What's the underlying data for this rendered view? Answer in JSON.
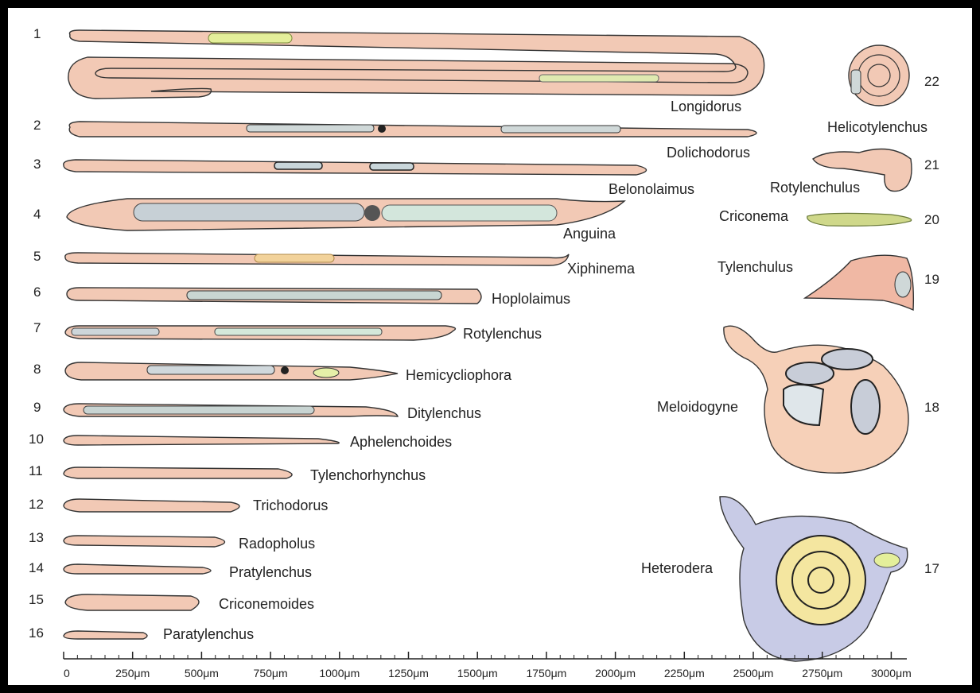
{
  "figure": {
    "nematodes": [
      {
        "number": "1",
        "name": "Longidorus"
      },
      {
        "number": "2",
        "name": "Dolichodorus"
      },
      {
        "number": "3",
        "name": "Belonolaimus"
      },
      {
        "number": "4",
        "name": "Anguina"
      },
      {
        "number": "5",
        "name": "Xiphinema"
      },
      {
        "number": "6",
        "name": "Hoplolaimus"
      },
      {
        "number": "7",
        "name": "Rotylenchus"
      },
      {
        "number": "8",
        "name": "Hemicycliophora"
      },
      {
        "number": "9",
        "name": "Ditylenchus"
      },
      {
        "number": "10",
        "name": "Aphelenchoides"
      },
      {
        "number": "11",
        "name": "Tylenchorhynchus"
      },
      {
        "number": "12",
        "name": "Trichodorus"
      },
      {
        "number": "13",
        "name": "Radopholus"
      },
      {
        "number": "14",
        "name": "Pratylenchus"
      },
      {
        "number": "15",
        "name": "Criconemoides"
      },
      {
        "number": "16",
        "name": "Paratylenchus"
      },
      {
        "number": "17",
        "name": "Heterodera"
      },
      {
        "number": "18",
        "name": "Meloidogyne"
      },
      {
        "number": "19",
        "name": "Tylenchulus"
      },
      {
        "number": "20",
        "name": "Criconema"
      },
      {
        "number": "21",
        "name": "Rotylenchulus"
      },
      {
        "number": "22",
        "name": "Helicotylenchus"
      }
    ],
    "scale_ticks": [
      "0",
      "250μm",
      "500μm",
      "750μm",
      "1000μm",
      "1250μm",
      "1500μm",
      "1750μm",
      "2000μm",
      "2250μm",
      "2500μm",
      "2750μm",
      "3000μm"
    ]
  }
}
